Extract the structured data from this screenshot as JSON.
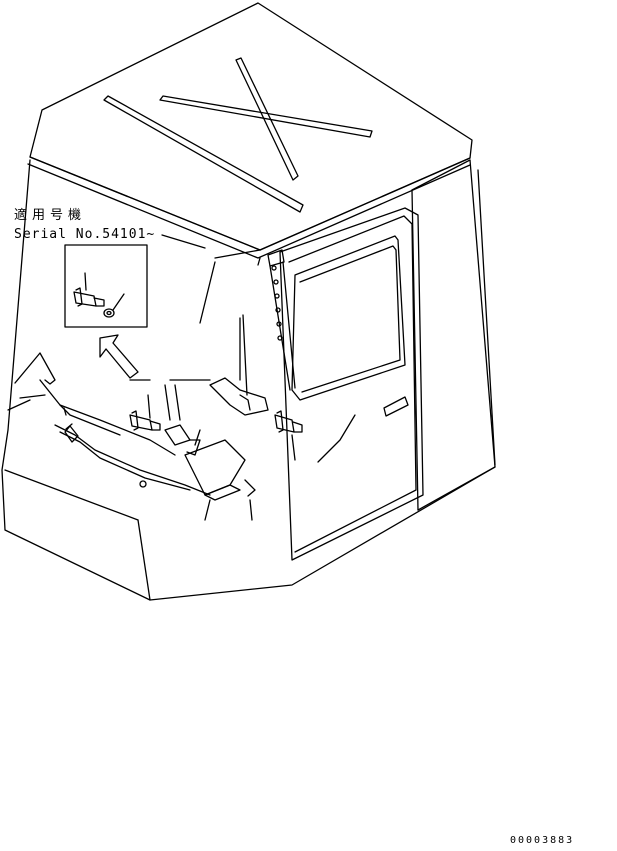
{
  "labels": {
    "applicable_serial_jp": "適用号機",
    "serial_number": "Serial No.54101~"
  },
  "document_code": "00003883"
}
